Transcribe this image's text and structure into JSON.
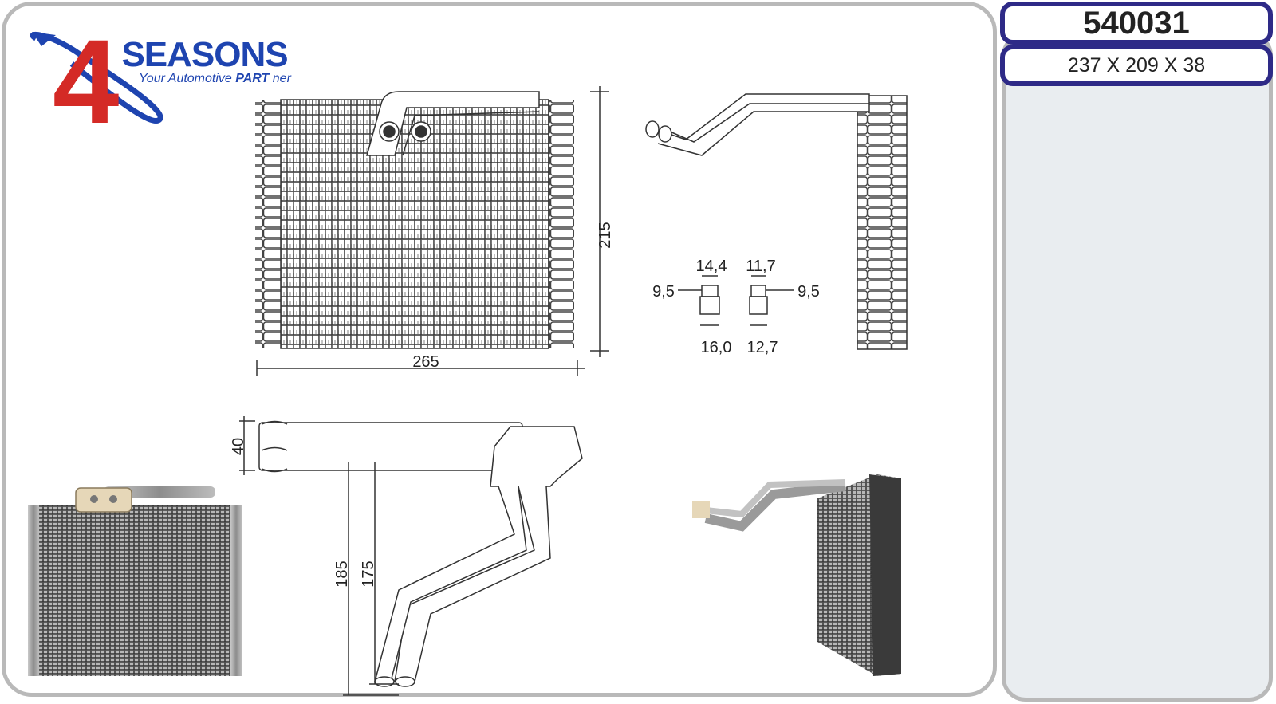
{
  "brand": {
    "name": "4SEASONS",
    "tagline_prefix": "Your Automotive ",
    "tagline_bold": "PART",
    "tagline_suffix": " ner"
  },
  "header": {
    "part_number": "540031",
    "dimensions": "237 X 209 X 38"
  },
  "drawing": {
    "front_height": "215",
    "front_width": "265",
    "fitting_top_left": "14,4",
    "fitting_top_right": "11,7",
    "fitting_side_left": "9,5",
    "fitting_side_right": "9,5",
    "fitting_bottom_left": "16,0",
    "fitting_bottom_right": "12,7",
    "top_depth": "40",
    "pipe_length_outer": "185",
    "pipe_length_inner": "175"
  },
  "colors": {
    "brand_blue": "#1e44b0",
    "brand_red": "#d42a26",
    "box_border": "#2e2a87"
  }
}
